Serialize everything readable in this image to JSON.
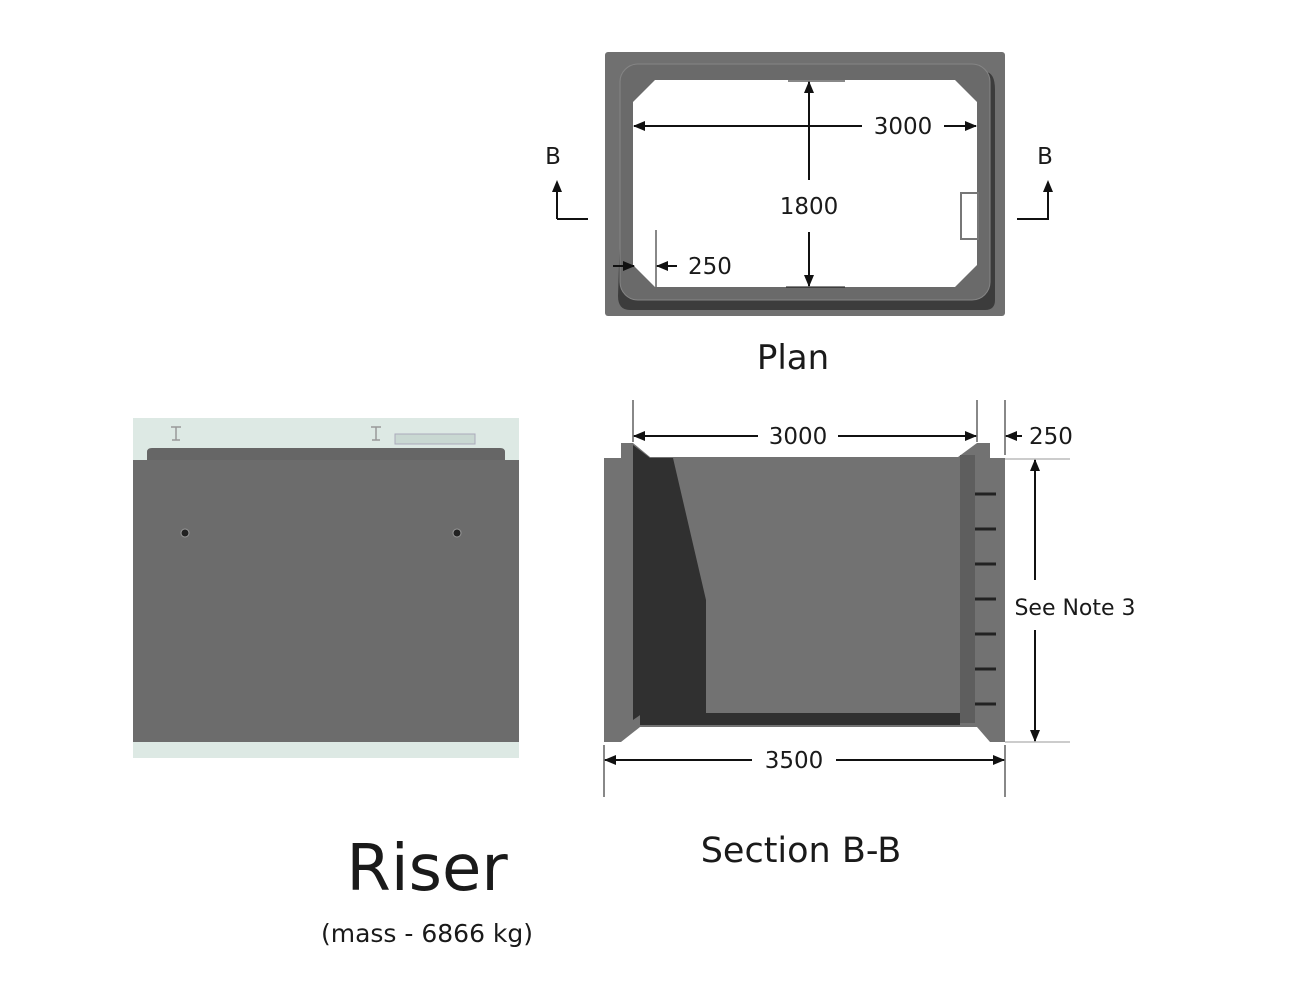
{
  "plan": {
    "title": "Plan",
    "dim_length": "3000",
    "dim_width": "1800",
    "dim_wall": "250",
    "section_mark_left": "B",
    "section_mark_right": "B"
  },
  "riser": {
    "title": "Riser",
    "mass": "(mass - 6866 kg)"
  },
  "section": {
    "title": "Section B-B",
    "dim_inner": "3000",
    "dim_wall": "250",
    "dim_outer": "3500",
    "height_note": "See Note 3"
  },
  "colors": {
    "concrete": "#6f6f6f",
    "shadow": "#333333",
    "background_tint": "#dde9e4"
  }
}
